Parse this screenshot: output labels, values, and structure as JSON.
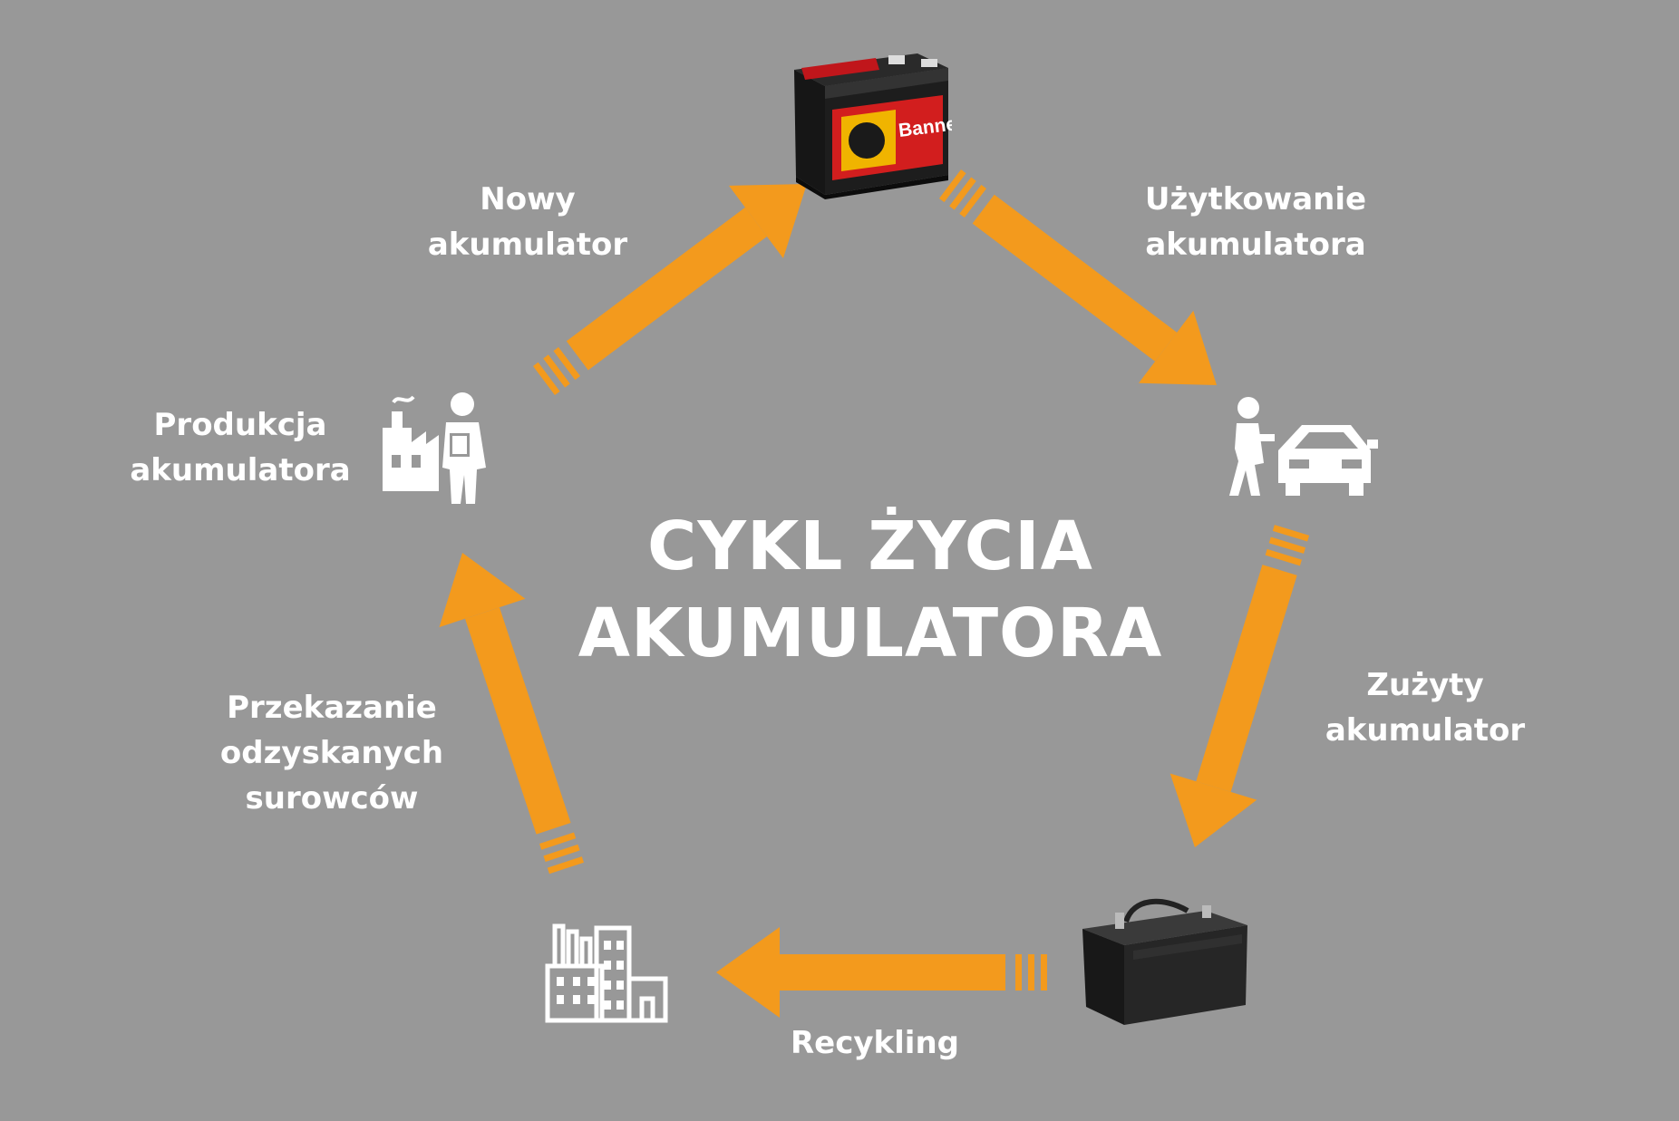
{
  "title": "CYKL ŻYCIA\nAKUMULATORA",
  "battery_brand": "Banner",
  "colors": {
    "background": "#989898",
    "arrow": "#f39a1d",
    "text": "#ffffff"
  },
  "stages": [
    {
      "id": "new-battery",
      "label": "Nowy\nakumulator",
      "icon": "new-battery-icon"
    },
    {
      "id": "usage",
      "label": "Użytkowanie\nakumulatora",
      "icon": "person-car-icon"
    },
    {
      "id": "used",
      "label": "Zużyty\nakumulator",
      "icon": "used-battery-icon"
    },
    {
      "id": "recycling",
      "label": "Recykling",
      "icon": "recycling-plant-icon"
    },
    {
      "id": "raw-materials",
      "label": "Przekazanie\nodzyskanych\nsurowców",
      "icon": "factory-icon"
    },
    {
      "id": "production",
      "label": "Produkcja\nakumulatora",
      "icon": "factory-worker-icon"
    }
  ]
}
